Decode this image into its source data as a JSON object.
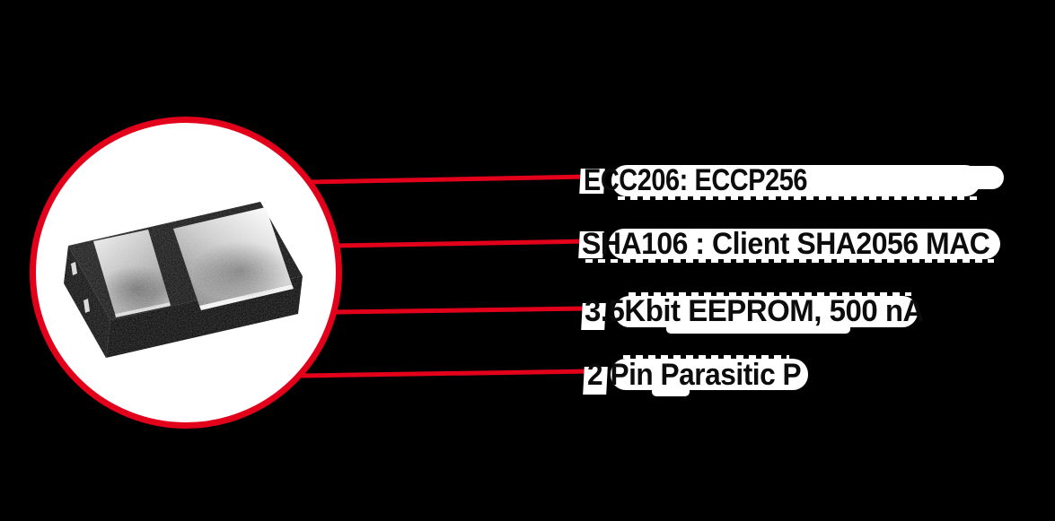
{
  "background_color": "#000000",
  "colors": {
    "accent_red": "#e2001a",
    "highlight_white": "#ffffff",
    "text_black": "#0c0c0c",
    "chip_body": "#1d1d1d",
    "chip_pad_silver": "#c9c9c9"
  },
  "graphic": {
    "name": "ic-package-render",
    "shape": "circle-framed-3d-chip",
    "frame": "red-circle"
  },
  "callouts": [
    {
      "label": "ECC206: ECCP256"
    },
    {
      "label": "SHA106 : Client SHA2056 MAC"
    },
    {
      "label": "3.5Kbit EEPROM, 500 nA"
    },
    {
      "label": "2 Pin Parasitic P"
    }
  ]
}
